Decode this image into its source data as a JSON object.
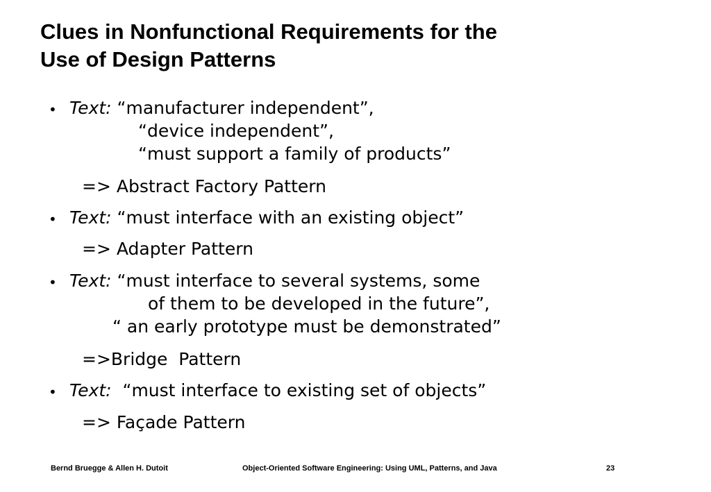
{
  "slide": {
    "title_lines": [
      "Clues in Nonfunctional Requirements for the",
      "Use of Design Patterns"
    ],
    "bullet_symbol": "•",
    "items": [
      {
        "label": "Text:",
        "lines": [
          " “manufacturer independent”,",
          "“device independent”,",
          "“must support a family of products”"
        ],
        "result": "=> Abstract Factory Pattern"
      },
      {
        "label": "Text:",
        "lines": [
          " “must interface with an existing object”"
        ],
        "result": "=> Adapter Pattern"
      },
      {
        "label": "Text:",
        "lines": [
          " “must interface to several systems, some",
          "of them to be developed in the future”,",
          "“ an early prototype must be demonstrated”"
        ],
        "result": "=>Bridge  Pattern"
      },
      {
        "label": "Text:",
        "lines": [
          "  “must interface to existing set of objects”"
        ],
        "result": "=> Façade Pattern"
      }
    ]
  },
  "footer": {
    "authors": "Bernd Bruegge & Allen H. Dutoit",
    "book": "Object-Oriented Software Engineering: Using UML, Patterns, and Java",
    "page": "23"
  }
}
